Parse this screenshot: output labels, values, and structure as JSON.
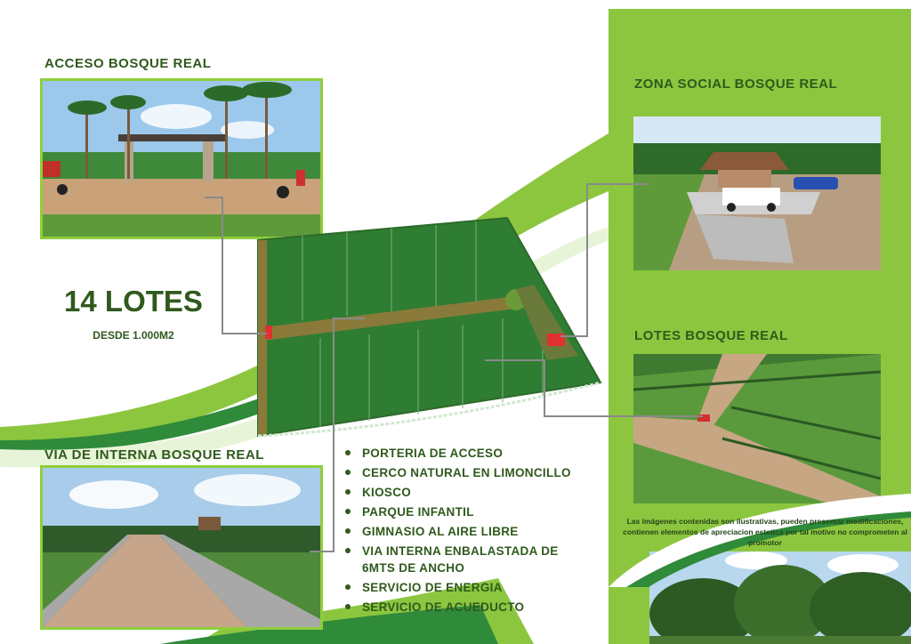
{
  "headings": {
    "acceso": "ACCESO BOSQUE REAL",
    "via": "VIA DE INTERNA BOSQUE REAL",
    "zona_social": "ZONA SOCIAL BOSQUE REAL",
    "lotes": "LOTES BOSQUE REAL"
  },
  "summary": {
    "lots": "14 LOTES",
    "size": "DESDE 1.000M2"
  },
  "features": [
    "PORTERIA DE ACCESO",
    "CERCO NATURAL EN LIMONCILLO",
    "KIOSCO",
    "PARQUE INFANTIL",
    "GIMNASIO AL AIRE LIBRE",
    "VIA INTERNA ENBALASTADA DE 6MTS DE ANCHO",
    "SERVICIO DE ENERGIA",
    "SERVICIO DE ACUEDUCTO"
  ],
  "disclaimer": "Las imágenes contenidas son ilustrativas, pueden presentar modificaciones, contienen elementos de apreciacion estetica por tal motivo no comprometen al promotor",
  "colors": {
    "brand_green": "#8cc63f",
    "dark_green": "#2f5a1c",
    "lot_green": "#2e7d32"
  }
}
